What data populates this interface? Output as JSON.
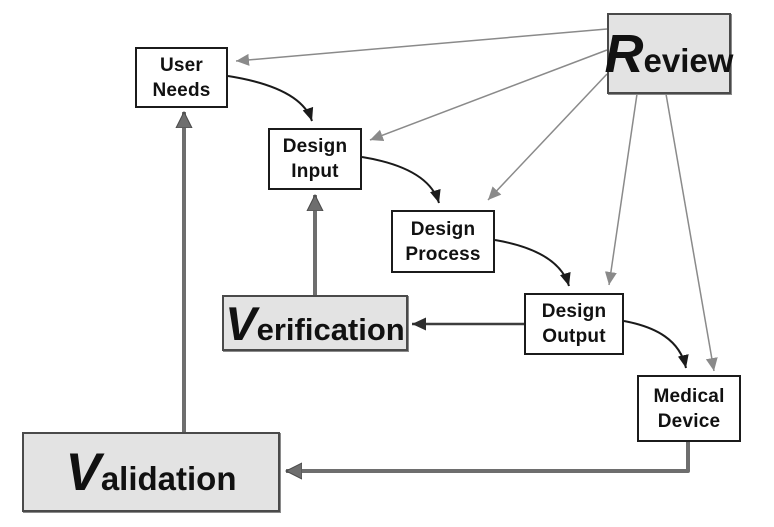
{
  "diagram": {
    "type": "flowchart",
    "background": "#ffffff",
    "nodes": {
      "user_needs": {
        "label": "User Needs",
        "fill": "#ffffff"
      },
      "design_input": {
        "label": "Design Input",
        "fill": "#ffffff"
      },
      "design_process": {
        "label": "Design Process",
        "fill": "#ffffff"
      },
      "design_output": {
        "label": "Design Output",
        "fill": "#ffffff"
      },
      "medical_device": {
        "label": "Medical Device",
        "fill": "#ffffff"
      },
      "review": {
        "initial": "R",
        "rest": "eview",
        "fill": "#e3e3e3"
      },
      "verification": {
        "initial": "V",
        "rest": "erification",
        "fill": "#e3e3e3"
      },
      "validation": {
        "initial": "V",
        "rest": "alidation",
        "fill": "#e3e3e3"
      }
    },
    "edges": [
      {
        "from": "user_needs",
        "to": "design_input",
        "style": "flow-curve-black"
      },
      {
        "from": "design_input",
        "to": "design_process",
        "style": "flow-curve-black"
      },
      {
        "from": "design_process",
        "to": "design_output",
        "style": "flow-curve-black"
      },
      {
        "from": "design_output",
        "to": "medical_device",
        "style": "flow-curve-black"
      },
      {
        "from": "review",
        "to": "user_needs",
        "style": "thin-gray"
      },
      {
        "from": "review",
        "to": "design_input",
        "style": "thin-gray"
      },
      {
        "from": "review",
        "to": "design_process",
        "style": "thin-gray"
      },
      {
        "from": "review",
        "to": "design_output",
        "style": "thin-gray"
      },
      {
        "from": "review",
        "to": "medical_device",
        "style": "thin-gray"
      },
      {
        "from": "design_output",
        "to": "verification",
        "style": "dark-straight"
      },
      {
        "from": "verification",
        "to": "design_input",
        "style": "thick-gray"
      },
      {
        "from": "medical_device",
        "to": "validation",
        "style": "thick-gray-elbow"
      },
      {
        "from": "validation",
        "to": "user_needs",
        "style": "thick-gray"
      }
    ],
    "colors": {
      "flow_arrow": "#1a1a1a",
      "review_arrow": "#8a8a8a",
      "thick_arrow": "#6e6e6e",
      "check_arrow": "#3d3d3d",
      "white_box_fill": "#ffffff",
      "white_box_border": "#1b1b1b",
      "gray_box_fill": "#e3e3e3",
      "gray_box_border": "#4a4a4a",
      "text": "#111111"
    }
  }
}
